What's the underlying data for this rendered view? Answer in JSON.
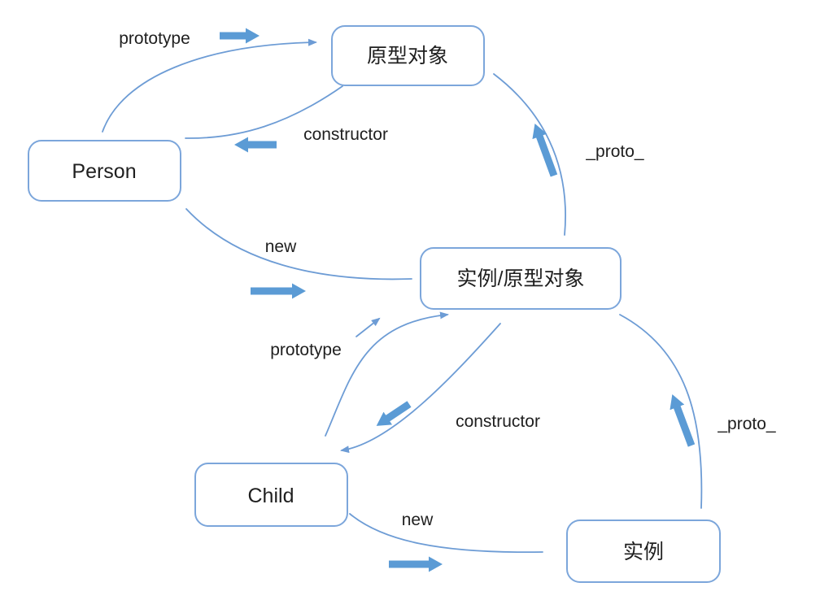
{
  "diagram": {
    "type": "concept-diagram",
    "topic": "JavaScript prototype chain",
    "colors": {
      "arrow_fill": "#5B9BD5",
      "line": "#6D9CD5",
      "box_border": "#7CA6DB",
      "text": "#1f1f1f",
      "background": "#FFFFFF"
    },
    "nodes": [
      {
        "id": "prototype-object",
        "label": "原型对象"
      },
      {
        "id": "person",
        "label": "Person"
      },
      {
        "id": "instance-prototype-object",
        "label": "实例/原型对象"
      },
      {
        "id": "child",
        "label": "Child"
      },
      {
        "id": "instance",
        "label": "实例"
      }
    ],
    "edges": [
      {
        "id": "person-to-prototype-object",
        "label": "prototype"
      },
      {
        "id": "prototype-object-to-person",
        "label": "constructor"
      },
      {
        "id": "instance-prototype-to-prototype-object",
        "label": "_proto_"
      },
      {
        "id": "person-to-instance-prototype",
        "label": "new"
      },
      {
        "id": "child-to-instance-prototype",
        "label": "prototype"
      },
      {
        "id": "instance-prototype-to-child",
        "label": "constructor"
      },
      {
        "id": "child-to-instance",
        "label": "new"
      },
      {
        "id": "instance-to-instance-prototype",
        "label": "_proto_"
      }
    ]
  }
}
